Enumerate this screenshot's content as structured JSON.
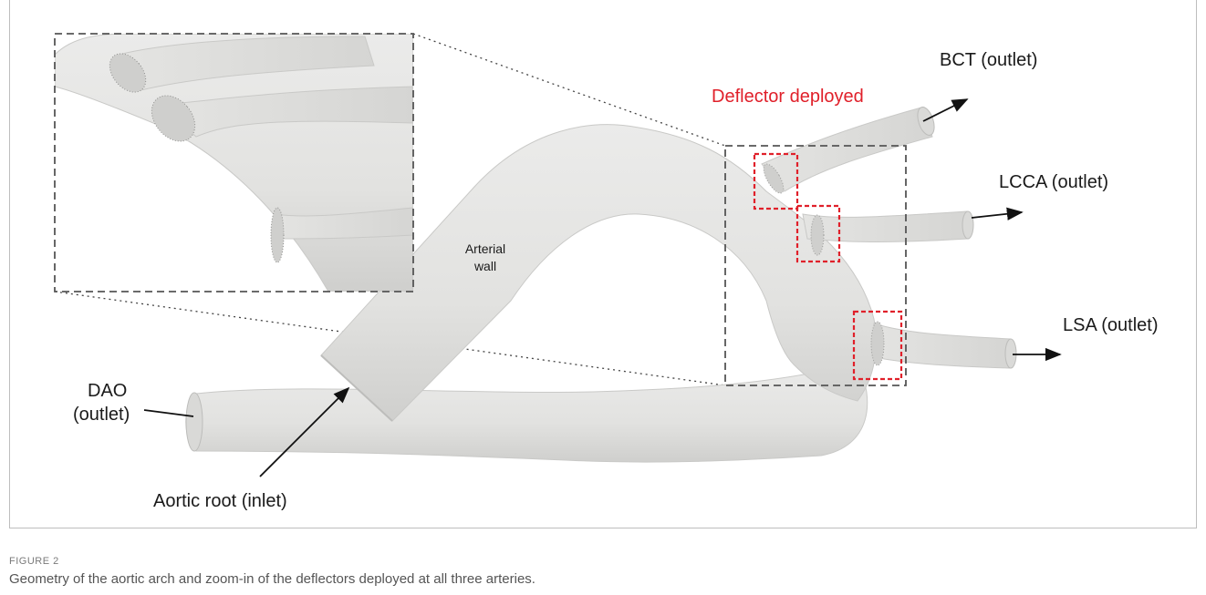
{
  "figure": {
    "labels": {
      "bct": "BCT (outlet)",
      "deflector": "Deflector deployed",
      "lcca": "LCCA (outlet)",
      "lsa": "LSA (outlet)",
      "dao_line1": "DAO",
      "dao_line2": "(outlet)",
      "aortic_root": "Aortic root (inlet)",
      "arterial_wall_line1": "Arterial",
      "arterial_wall_line2": "wall"
    },
    "colors": {
      "vessel": "#e2e2e0",
      "vessel_shade": "#c9c9c7",
      "deflector_box": "#e0202a",
      "zoom_box": "#555555"
    }
  },
  "caption": {
    "title": "FIGURE 2",
    "text": "Geometry of the aortic arch and zoom-in of the deflectors deployed at all three arteries."
  }
}
